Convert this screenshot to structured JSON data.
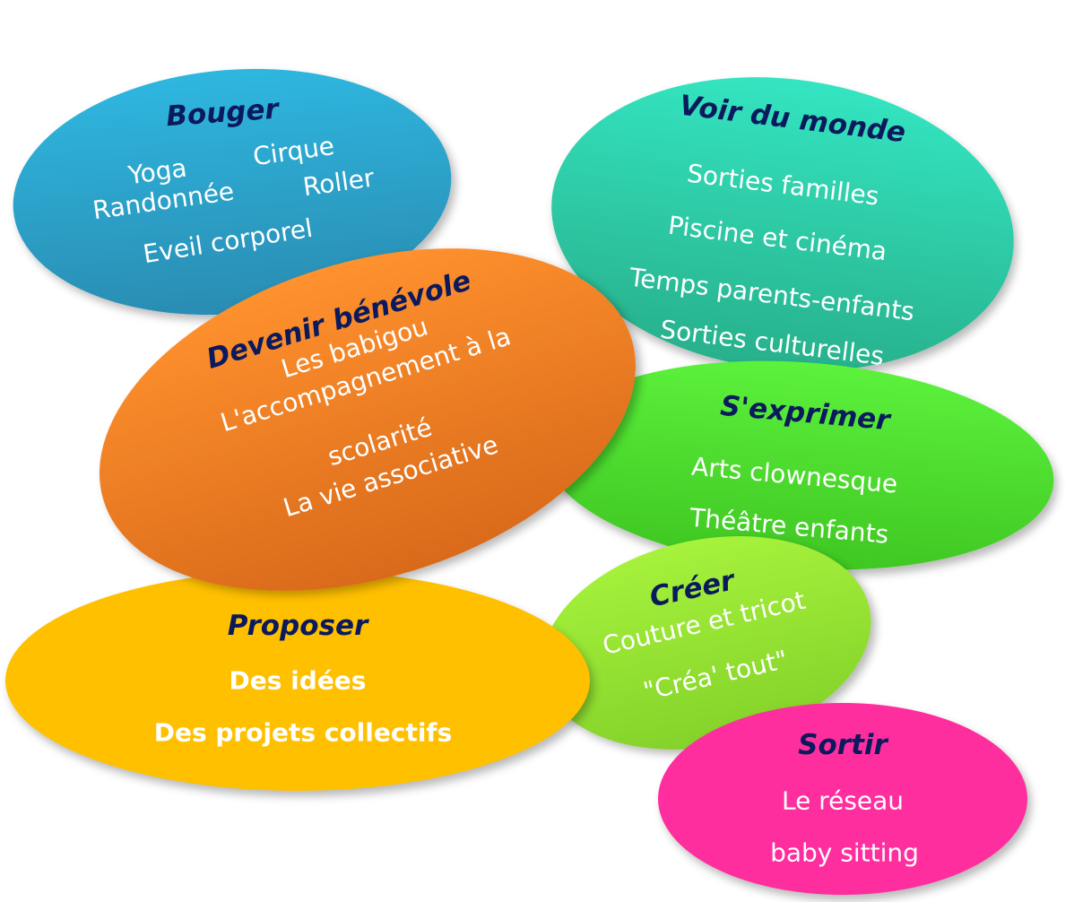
{
  "bubbles": {
    "bouger": {
      "title": "Bouger",
      "items": [
        "Yoga",
        "Cirque",
        "Roller",
        "Randonnée",
        "Eveil corporel"
      ],
      "color": "#2a9fc9"
    },
    "voir": {
      "title": "Voir du monde",
      "items": [
        "Sorties familles",
        "Piscine et cinéma",
        "Temps parents-enfants",
        "Sorties culturelles"
      ],
      "color": "#2ccfa6"
    },
    "exprimer": {
      "title": "S'exprimer",
      "items": [
        "Arts clownesque",
        "Théâtre enfants"
      ],
      "color": "#4fdf2f"
    },
    "creer": {
      "title": "Créer",
      "items": [
        "Couture et tricot",
        "\"Créa' tout\""
      ],
      "color": "#9be236"
    },
    "sortir": {
      "title": "Sortir",
      "items": [
        "Le réseau",
        "baby sitting"
      ],
      "color": "#ff2e9e"
    },
    "proposer": {
      "title": "Proposer",
      "items": [
        "Des idées",
        "Des projets collectifs"
      ],
      "color": "#ffc000"
    },
    "devenir": {
      "title": "Devenir bénévole",
      "items": [
        "Les babigou",
        "L'accompagnement à la",
        "scolarité",
        "La vie associative"
      ],
      "color": "#f28124"
    }
  },
  "title_color": "#0b1a5c",
  "text_color": "#ffffff"
}
